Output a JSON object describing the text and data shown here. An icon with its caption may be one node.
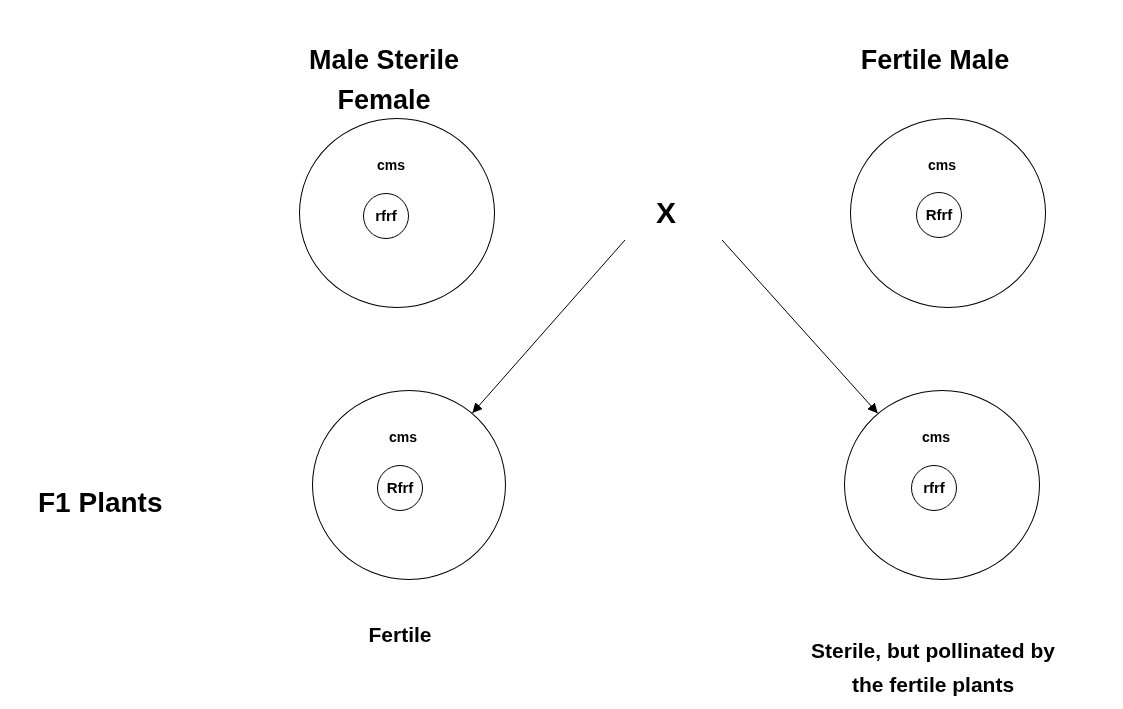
{
  "diagram": {
    "nodes": [
      {
        "text": [
          "Male Sterile Female",
          "cms"
        ]
      },
      {
        "text": [
          "rfrf"
        ],
        "in": 0
      },
      {
        "text": [
          "X"
        ]
      },
      {
        "text": [
          "Fertile Male",
          "cms"
        ]
      },
      {
        "text": [
          "Rfrf"
        ],
        "in": 3
      },
      {
        "text": [
          "cms"
        ],
        "beside": [
          "Fertile"
        ]
      },
      {
        "text": [
          "Rfrf"
        ],
        "in": 5
      },
      {
        "text": [
          "cms"
        ],
        "beside": [
          "Sterile, but pollinated by the fertile plants"
        ]
      },
      {
        "text": [
          "rfrf"
        ],
        "in": 7
      }
    ],
    "edges": [
      {
        "from": 2,
        "to": 5,
        "arrow": "to"
      },
      {
        "from": 2,
        "to": 7,
        "arrow": "to"
      }
    ],
    "labels": [
      "F1 Plants"
    ]
  }
}
